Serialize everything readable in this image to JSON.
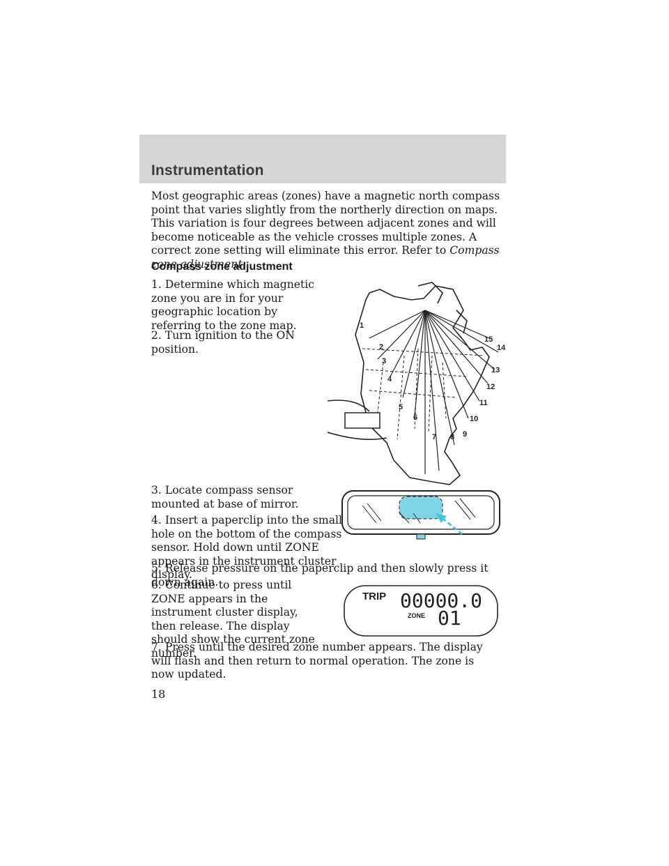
{
  "header": {
    "title": "Instrumentation"
  },
  "intro": {
    "text": "Most geographic areas (zones) have a magnetic north compass point that varies slightly from the northerly direction on maps. This variation is four degrees between adjacent zones and will become noticeable as the vehicle crosses multiple zones. A correct zone setting will eliminate this error. Refer to ",
    "link_text": "Compass zone adjustment."
  },
  "section_title": "Compass zone adjustment",
  "steps": [
    "1. Determine which magnetic zone you are in for your geographic location by referring to the zone map.",
    "2. Turn ignition to the ON position.",
    "3. Locate compass sensor mounted at base of mirror.",
    "4. Insert a paperclip into the small hole on the bottom of the compass sensor. Hold down until ZONE appears in the instrument cluster display.",
    "5. Release pressure on the paperclip and then slowly press it down again.",
    "6. Continue to press until ZONE appears in the instrument cluster display, then release. The display should show the current zone number.",
    "7. Press until the desired zone number appears. The display will flash and then return to normal operation. The zone is now updated."
  ],
  "zone_map": {
    "zone_labels": [
      "1",
      "2",
      "3",
      "4",
      "5",
      "6",
      "7",
      "8",
      "9",
      "10",
      "11",
      "12",
      "13",
      "14",
      "15"
    ]
  },
  "cluster_display": {
    "trip_label": "TRIP",
    "odometer": "00000.0",
    "zone_label": "ZONE",
    "zone_value": "01"
  },
  "colors": {
    "header_band": "#d6d6d6",
    "sensor_highlight": "#7fd6e6",
    "arrow": "#45c4db"
  },
  "page_number": "18"
}
